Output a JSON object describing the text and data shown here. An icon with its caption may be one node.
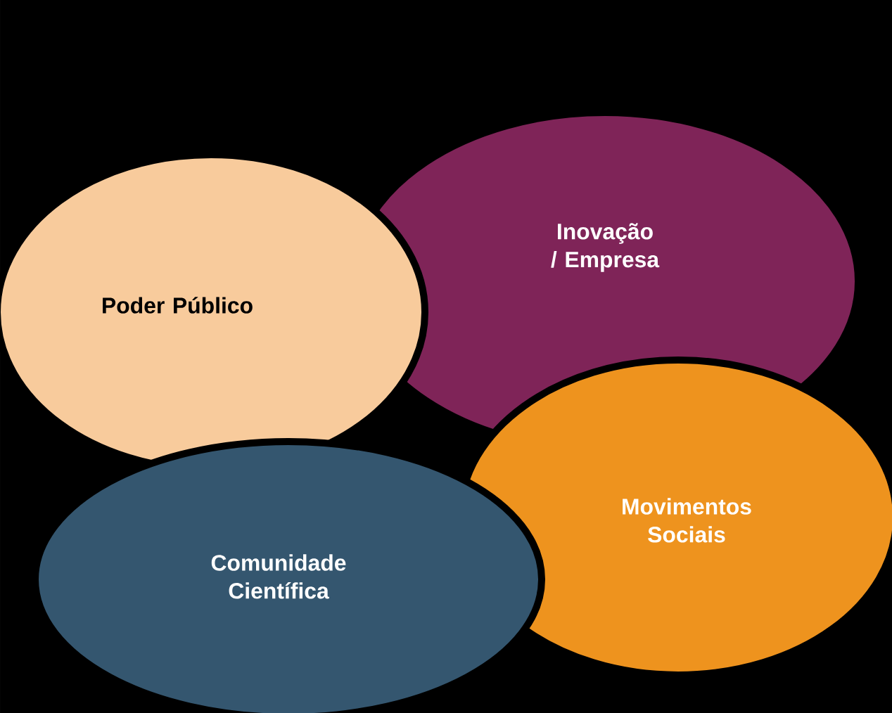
{
  "diagram": {
    "nodes": [
      {
        "text": [
          "Poder Público"
        ]
      },
      {
        "text": [
          "Inovação / Empresa"
        ]
      },
      {
        "text": [
          "Movimentos Sociais"
        ]
      },
      {
        "text": [
          "Comunidade Científica"
        ]
      }
    ]
  }
}
